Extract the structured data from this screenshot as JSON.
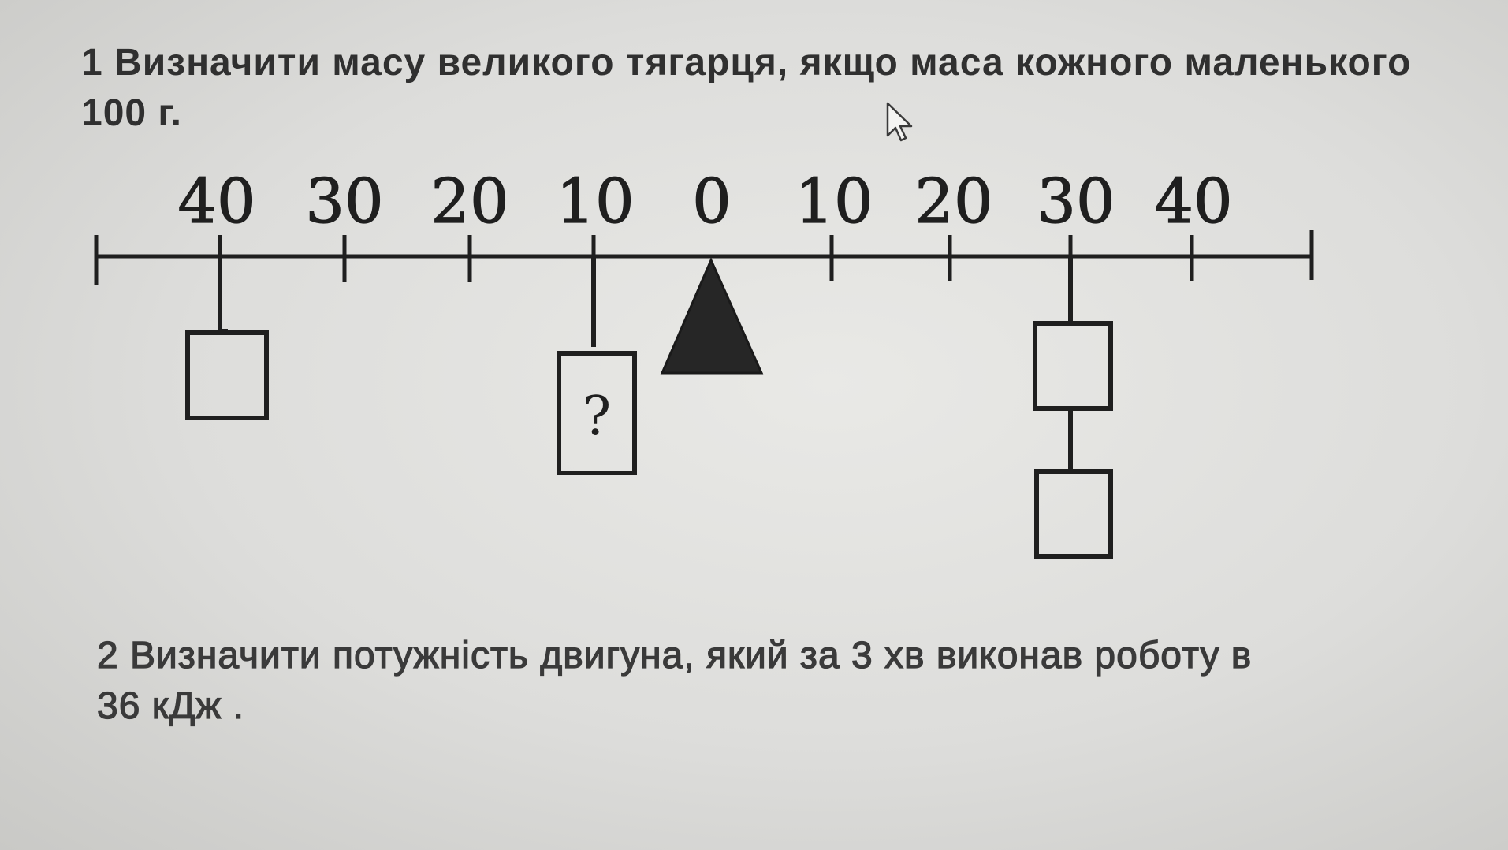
{
  "question_1": {
    "line_1": "1 Визначити масу великого тягарця, якщо маса кожного маленького",
    "line_2": "100 г."
  },
  "diagram": {
    "scale_labels": [
      "40",
      "30",
      "20",
      "10",
      "0",
      "10",
      "20",
      "30",
      "40"
    ],
    "unknown_weight_label": "?"
  },
  "question_2": {
    "line_1": "2 Визначити потужність двигуна, який за 3 хв виконав роботу в",
    "line_2": "36 кДж ."
  },
  "icons": {
    "cursor": "mouse-pointer-icon",
    "fulcrum": "triangle-fulcrum-icon"
  },
  "colors": {
    "ink": "#1f1f1f",
    "paper": "#e3e3e0"
  }
}
